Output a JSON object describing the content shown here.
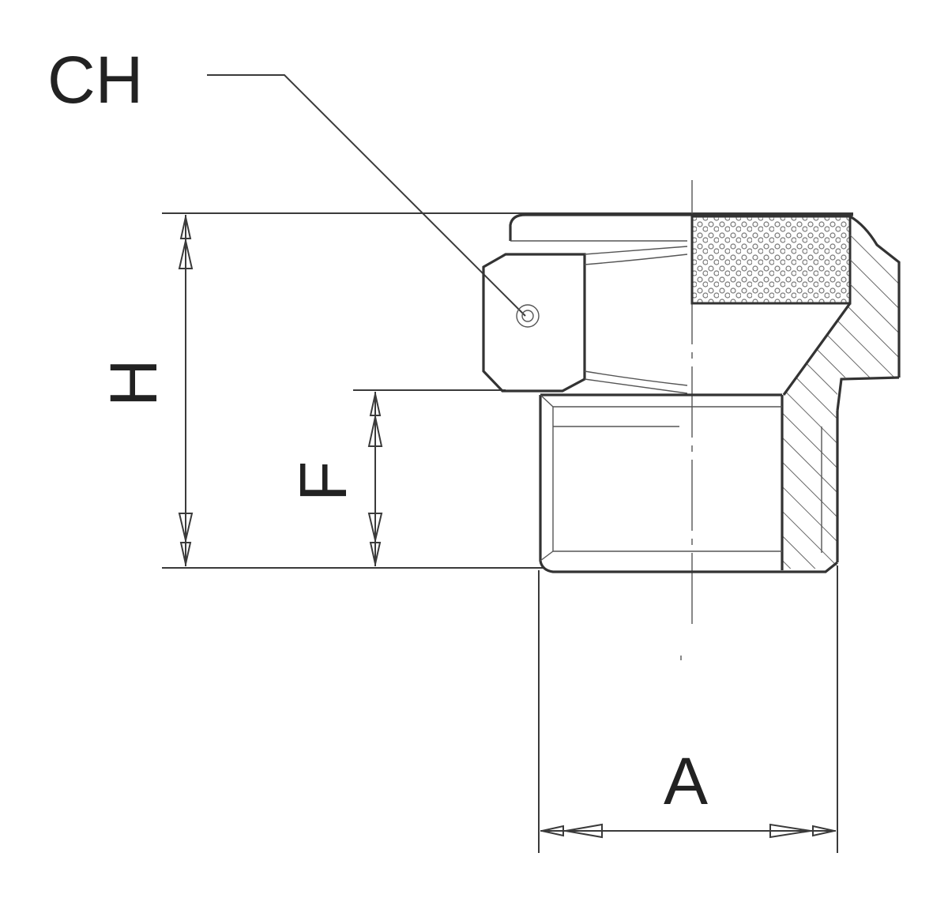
{
  "labels": {
    "ch": "CH",
    "h": "H",
    "f": "F",
    "a": "A"
  },
  "colors": {
    "line": "#333333",
    "background": "#ffffff",
    "filter": "#bdbdbd"
  }
}
